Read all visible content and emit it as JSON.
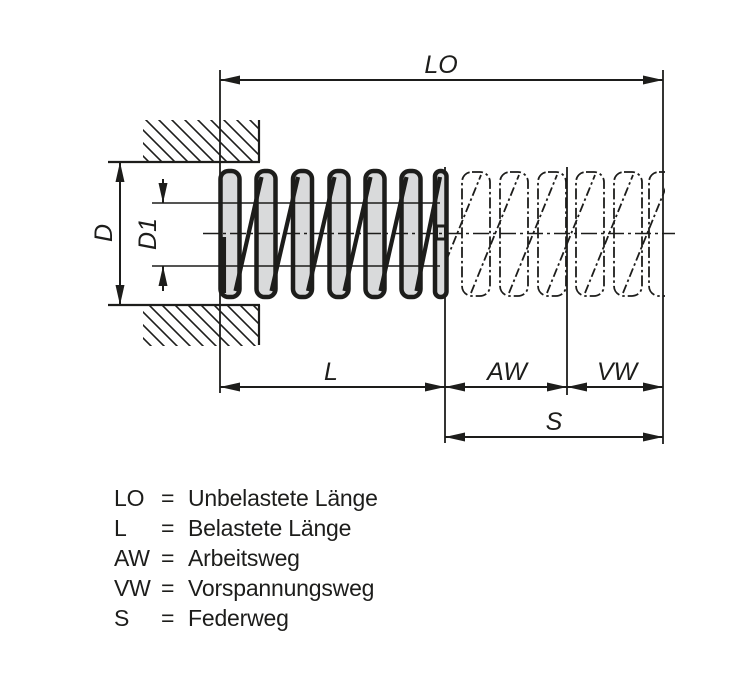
{
  "drawing": {
    "dim_labels": {
      "lo": "LO",
      "l": "L",
      "aw": "AW",
      "vw": "VW",
      "s": "S",
      "d": "D",
      "d1": "D1"
    },
    "colors": {
      "line": "#1d1d1b",
      "spring_fill": "#d9dadb",
      "background": "#ffffff"
    }
  },
  "legend": {
    "items": [
      {
        "symbol": "LO",
        "eq": "=",
        "description": "Unbelastete Länge"
      },
      {
        "symbol": "L",
        "eq": "=",
        "description": "Belastete Länge"
      },
      {
        "symbol": "AW",
        "eq": "=",
        "description": "Arbeitsweg"
      },
      {
        "symbol": "VW",
        "eq": "=",
        "description": "Vorspannungsweg"
      },
      {
        "symbol": "S",
        "eq": "=",
        "description": "Federweg"
      }
    ]
  }
}
